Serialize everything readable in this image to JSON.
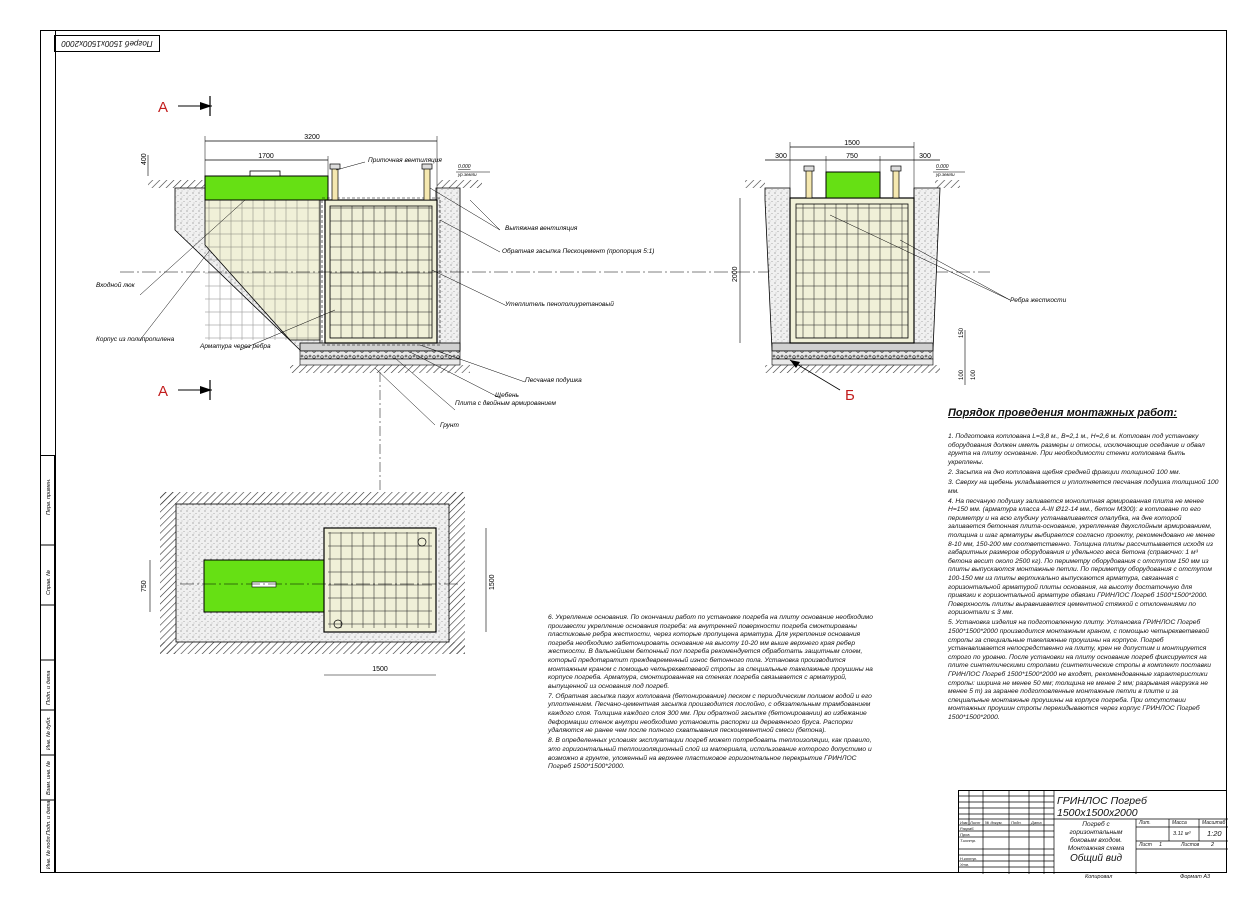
{
  "stamp_top": "Погреб 1500х1500х2000",
  "section_letters": {
    "a_top": "А",
    "a_bottom": "А",
    "b": "Б"
  },
  "dims": {
    "d3200": "3200",
    "d1700": "1700",
    "d400": "400",
    "d1500_side": "1500",
    "d300_l": "300",
    "d750_side": "750",
    "d300_r": "300",
    "d2000": "2000",
    "d150": "150",
    "d100a": "100",
    "d100b": "100",
    "d750_plan": "750",
    "d1500_plan_v": "1500",
    "d1500_plan_h": "1500",
    "level_left": "0.000",
    "level_left_sub": "ур.земли",
    "level_right": "0.000",
    "level_right_sub": "ур.земли"
  },
  "callouts": {
    "supply_vent": "Приточная вентиляция",
    "exhaust_vent": "Вытяжная вентиляция",
    "backfill": "Обратная засыпка Пескоцемент (пропорция 5:1)",
    "hatch": "Входной люк",
    "insulation": "Утеплитель пенополиуретановый",
    "body": "Корпус из полипропилена",
    "rebar": "Арматура через ребра",
    "sand": "Песчаная подушка",
    "gravel": "Щебень",
    "slab": "Плита с двойным армированием",
    "soil": "Грунт",
    "ribs": "Ребра жесткости"
  },
  "instructions": {
    "title": "Порядок проведения монтажных работ:",
    "items": [
      "1. Подготовка котлована L=3,8 м., B=2,1 м., H=2,6 м. Котлован под установку оборудования должен иметь размеры и откосы, исключающие оседание и обвал грунта на плиту основание. При необходимости стенки котлована быть укреплены.",
      "2. Засыпка на дно котлована щебня средней фракции толщиной 100 мм.",
      "3. Сверху на щебень укладывается и уплотняется песчаная подушка толщиной 100 мм.",
      "4. На песчаную подушку заливается монолитная армированная плита не менее H=150 мм. (арматура класса A-III Ø12-14 мм., бетон М300): в котловане по его периметру и на всю глубину устанавливается опалубка, на дне которой заливается бетонная плита-основание, укрепленная двухслойным армированием, толщина и шаг арматуры выбирается согласно проекту, рекомендовано не менее 8-10 мм, 150-200 мм соответственно. Толщина плиты рассчитывается исходя из габаритных размеров оборудования и удельного веса бетона (справочно: 1 м³ бетона весит около 2500 кг). По периметру оборудования с отступом 150 мм из плиты выпускаются монтажные петли. По периметру оборудования с отступом 100-150 мм из плиты вертикально выпускаются арматура, связанная с горизонтальной арматурой плиты основания, на высоту достаточную для привязки к горизонтальной арматуре обвязки ГРИНЛОС Погреб 1500*1500*2000. Поверхность плиты выравнивается цементной стяжкой с отклонениями по горизонтали ≤ 3 мм.",
      "5. Установка изделия на подготовленную плиту. Установка ГРИНЛОС Погреб 1500*1500*2000 производится монтажным краном, с помощью четырехветвевой стропы за специальные такелажные проушины на корпусе. Погреб устанавливается непосредственно на плиту, крен не допустим и монтируется строго по уровню. После установки на плиту основание погреб фиксируется на плите синтетическими стропами (синтетические стропы в комплект поставки ГРИНЛОС Погреб 1500*1500*2000 не входят, рекомендованные характеристики стропы: ширина не менее 50 мм; толщина не менее 2 мм; разрывная нагрузка не менее 5 т) за заранее подготовленные монтажные петли в плите и за специальные монтажные проушины на корпусе погреба. При отсутствии монтажных проушин стропы перекидываются через корпус ГРИНЛОС Погреб 1500*1500*2000."
    ]
  },
  "notes": {
    "items": [
      "6. Укрепление основания. По окончании работ по установке погреба на плиту основание необходимо произвести укрепление основания погреба: на внутренней поверхности погреба смонтированы пластиковые ребра жесткости, через которые пропущена арматура. Для укрепления основания погреба необходимо забетонировать основание на высоту 10-20 мм выше верхнего края ребер жесткости. В дальнейшем бетонный пол погреба рекомендуется обработать защитным слоем, который предотвратит преждевременный износ бетонного пола. Установка производится монтажным краном с помощью четырехветвевой стропы за специальные такелажные проушины на корпусе погреба. Арматура, смонтированная на стенках погреба связывается с арматурой, выпущенной из основания под погреб.",
      "7. Обратная засыпка пазух котлована (бетонирование) песком с периодическим поливом водой и его уплотнением. Песчано-цементная засыпка производится послойно, с обязательным трамбованием каждого слоя. Толщина каждого слоя 300 мм. При обратной засыпке (бетонировании) во избежание деформации стенок внутри необходимо установить распорки из деревянного бруса. Распорки удаляются не ранее чем после полного схватывания пескоцементной смеси (бетона).",
      "8. В определенных условиях эксплуатации погреб может потребовать теплоизоляции, как правило, это горизонтальный теплоизоляционный слой из материала, использование которого допустимо и возможно в грунте, уложенный на верхнее пластиковое горизонтальное перекрытие ГРИНЛОС Погреб 1500*1500*2000."
    ]
  },
  "title_block": {
    "product": "ГРИНЛОС Погреб 1500х1500х2000",
    "description": "Погреб с горизонтальным боковым входом. Монтажная схема",
    "view": "Общий вид",
    "col_stage": "Лит.",
    "col_mass": "Масса",
    "col_scale": "Масштаб",
    "volume": "3.11 м³",
    "scale": "1:20",
    "sheet_label": "Лист",
    "sheet_no": "1",
    "sheets_label": "Листов",
    "sheets_total": "2",
    "rows": [
      "Изм.",
      "Лист",
      "№ докум.",
      "Подп.",
      "Дата"
    ],
    "roles": [
      "Разраб.",
      "Пров.",
      "Т.контр.",
      "Н.контр.",
      "Утв."
    ],
    "copied": "Копировал",
    "format": "Формат А3"
  },
  "side_strip": {
    "labels": [
      "Перв. примен.",
      "Справ. №",
      "Подп. и дата",
      "Инв. № дубл.",
      "Взам. инв. №",
      "Подп. и дата",
      "Инв. № подл."
    ]
  }
}
